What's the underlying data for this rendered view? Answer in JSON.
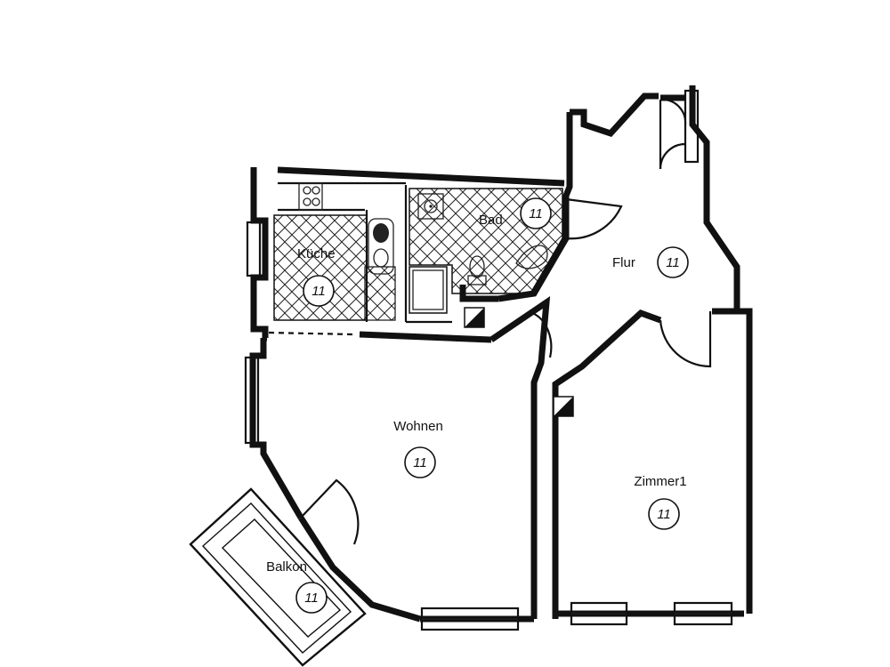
{
  "rooms": {
    "kueche": {
      "label": "Küche",
      "code": "11"
    },
    "bad": {
      "label": "Bad",
      "code": "11"
    },
    "flur": {
      "label": "Flur",
      "code": "11"
    },
    "wohnen": {
      "label": "Wohnen",
      "code": "11"
    },
    "zimmer1": {
      "label": "Zimmer1",
      "code": "11"
    },
    "balkon": {
      "label": "Balkon",
      "code": "11"
    }
  }
}
